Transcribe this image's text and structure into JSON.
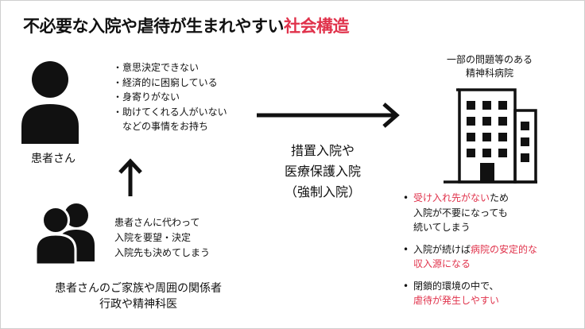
{
  "title": {
    "main": "不必要な入院や虐待が生まれやすい",
    "accent": "社会構造",
    "accent_color": "#e0324b"
  },
  "patient": {
    "label": "患者さん",
    "reasons": [
      "意思決定できない",
      "経済的に困窮している",
      "身寄りがない",
      "助けてくれる人がいない"
    ],
    "reasons_tail": "などの事情をお持ち"
  },
  "family": {
    "note_lines": [
      "患者さんに代わって",
      "入院を要望・決定",
      "入院先も決めてしまう"
    ],
    "label_lines": [
      "患者さんのご家族や周囲の関係者",
      "行政や精神科医"
    ]
  },
  "admission": {
    "lines": [
      "措置入院や",
      "医療保護入院",
      "（強制入院）"
    ]
  },
  "hospital": {
    "label_lines": [
      "一部の問題等のある",
      "精神科病院"
    ]
  },
  "consequences": [
    {
      "l1_red": "受け入れ先がない",
      "l1_tail": "ため",
      "l2": "入院が不要になっても",
      "l3": "続いてしまう"
    },
    {
      "l1_lead": "入院が続けば",
      "l1_red": "病院の安定的な",
      "l2_red": "収入源になる"
    },
    {
      "l1": "閉鎖的環境の中で、",
      "l2_red": "虐待が発生しやすい"
    }
  ],
  "icons": [
    "person-icon",
    "group-icon",
    "hospital-building-icon",
    "arrow-right-icon",
    "arrow-up-icon"
  ]
}
